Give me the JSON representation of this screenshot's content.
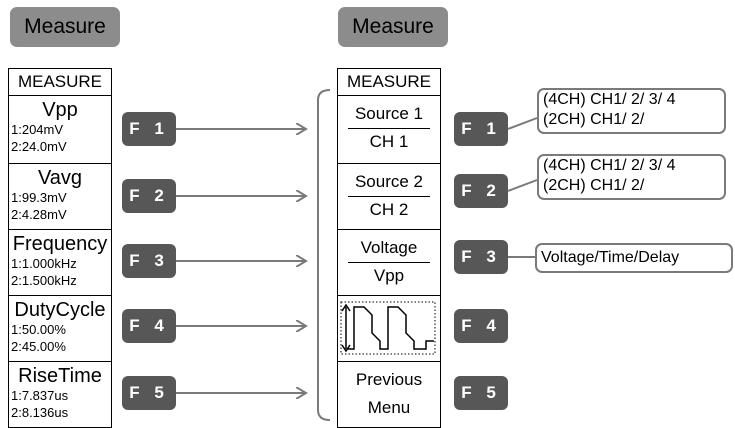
{
  "left_tag": "Measure",
  "right_tag": "Measure",
  "left_menu": {
    "title": "MEASURE",
    "items": [
      {
        "label": "Vpp",
        "v1": "1:204mV",
        "v2": "2:24.0mV"
      },
      {
        "label": "Vavg",
        "v1": "1:99.3mV",
        "v2": "2:4.28mV"
      },
      {
        "label": "Frequency",
        "v1": "1:1.000kHz",
        "v2": "2:1.500kHz"
      },
      {
        "label": "DutyCycle",
        "v1": "1:50.00%",
        "v2": "2:45.00%"
      },
      {
        "label": "RiseTime",
        "v1": "1:7.837us",
        "v2": "2:8.136us"
      }
    ]
  },
  "keys": [
    "F 1",
    "F 2",
    "F 3",
    "F 4",
    "F 5"
  ],
  "right_menu": {
    "title": "MEASURE",
    "items": [
      {
        "top": "Source 1",
        "bottom": "CH 1"
      },
      {
        "top": "Source 2",
        "bottom": "CH 2"
      },
      {
        "top": "Voltage",
        "bottom": "Vpp"
      },
      {
        "top": "",
        "bottom": ""
      },
      {
        "top": "Previous",
        "bottom": "Menu"
      }
    ]
  },
  "options": {
    "f1": [
      "(4CH) CH1/ 2/ 3/ 4",
      "(2CH) CH1/ 2/"
    ],
    "f2": [
      "(4CH) CH1/ 2/ 3/ 4",
      "(2CH) CH1/ 2/"
    ],
    "f3": [
      "Voltage/Time/Delay"
    ]
  },
  "colors": {
    "tag": "#8c8c8c",
    "key": "#575757",
    "line": "#7a7a7a"
  }
}
